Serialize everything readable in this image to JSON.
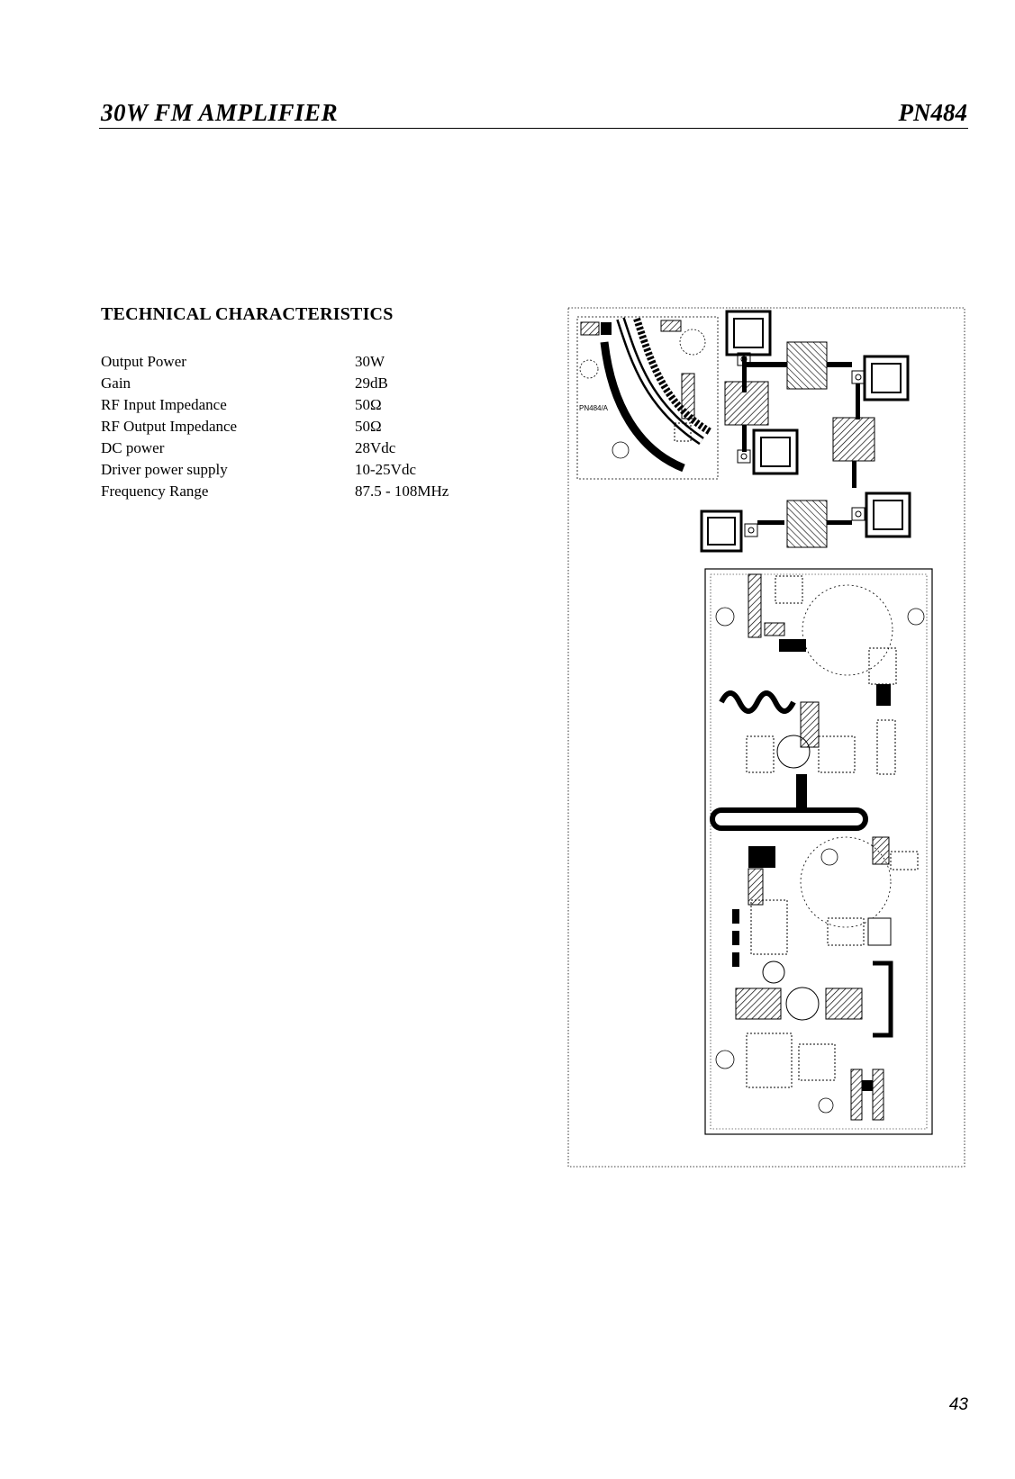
{
  "header": {
    "title": "30W FM AMPLIFIER",
    "part_number": "PN484"
  },
  "section": {
    "title": "TECHNICAL CHARACTERISTICS"
  },
  "specs": [
    {
      "label": "Output Power",
      "value": "30W"
    },
    {
      "label": "Gain",
      "value": "29dB"
    },
    {
      "label": "RF Input Impedance",
      "value": "50Ω"
    },
    {
      "label": "RF Output Impedance",
      "value": "50Ω"
    },
    {
      "label": "DC power",
      "value": "28Vdc"
    },
    {
      "label": "Driver power supply",
      "value": "10-25Vdc"
    },
    {
      "label": "Frequency Range",
      "value": "87.5 - 108MHz"
    }
  ],
  "diagram": {
    "board_label": "PN484/A"
  },
  "page_number": "43"
}
